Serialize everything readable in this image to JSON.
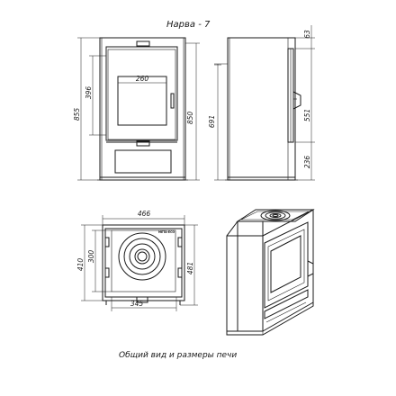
{
  "title": "Нарва - 7",
  "caption": "Общий вид и размеры печи",
  "brand_mark": "META-ECO",
  "dimensions": {
    "front_height_total": "855",
    "front_door_height": "396",
    "glass_width": "260",
    "front_height_body": "850",
    "side_top": "63",
    "side_handle_height": "691",
    "side_middle": "551",
    "side_bottom": "236",
    "top_width": "466",
    "top_depth_outer": "410",
    "top_depth_inner": "300",
    "top_depth_right": "481",
    "top_base_width": "345"
  }
}
